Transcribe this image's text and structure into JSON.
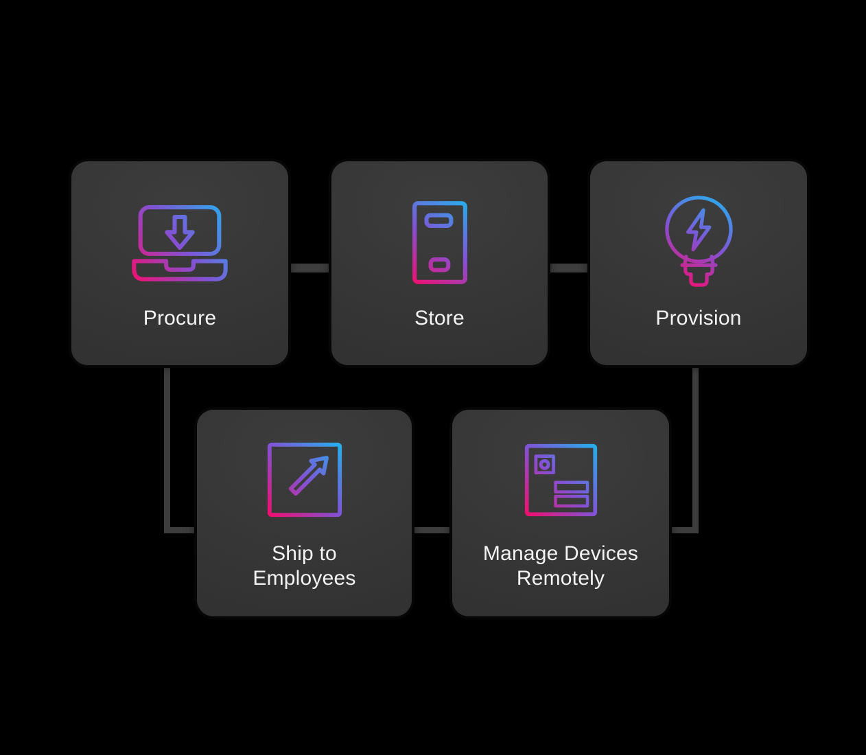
{
  "diagram": {
    "cards": [
      {
        "label": "Procure",
        "icon": "laptop-download-icon"
      },
      {
        "label": "Store",
        "icon": "storage-locker-icon"
      },
      {
        "label": "Provision",
        "icon": "lightbulb-bolt-icon"
      },
      {
        "label": "Ship to\nEmployees",
        "icon": "arrow-up-right-box-icon"
      },
      {
        "label": "Manage Devices\nRemotely",
        "icon": "device-management-panel-icon"
      }
    ],
    "connections": [
      {
        "from": "Procure",
        "to": "Store"
      },
      {
        "from": "Store",
        "to": "Provision"
      },
      {
        "from": "Procure",
        "to": "Ship to Employees"
      },
      {
        "from": "Provision",
        "to": "Manage Devices Remotely"
      },
      {
        "from": "Ship to Employees",
        "to": "Manage Devices Remotely"
      }
    ],
    "colors": {
      "background": "#000000",
      "card_background": "#343434",
      "connector": "#3d3d3d",
      "label_text": "#f3f3f3",
      "icon_gradient_start": "#f01070",
      "icon_gradient_mid": "#8153d6",
      "icon_gradient_end": "#27aeed"
    }
  }
}
